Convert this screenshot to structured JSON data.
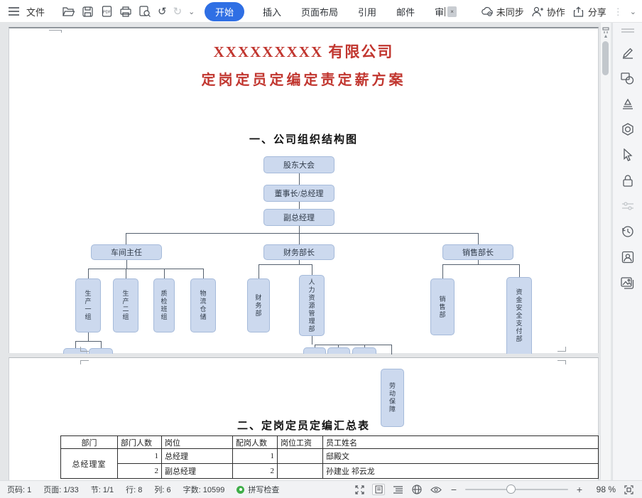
{
  "toolbar": {
    "menu": {
      "file": "文件"
    },
    "tabs": {
      "home": "开始",
      "insert": "插入",
      "layout": "页面布局",
      "references": "引用",
      "mail": "邮件",
      "review_truncated": "审"
    },
    "right": {
      "sync": "未同步",
      "collab": "协作",
      "share": "分享"
    }
  },
  "icons": {
    "undo": "↺",
    "redo": "↻",
    "chevron_down": "⌄",
    "more_vertical": "⋮",
    "collapse_ribbon": "⌄",
    "badge_mark": "×",
    "scroll_up": "▲"
  },
  "page1": {
    "company_title": "XXXXXXXXX 有限公司",
    "doc_title": "定岗定员定编定责定薪方案",
    "section1": "一、公司组织结构图",
    "org": {
      "l1": "股东大会",
      "l2": "董事长/总经理",
      "l3": "副总经理",
      "b1": "车间主任",
      "b2": "财务部长",
      "b3": "销售部长",
      "w1": "生产一组",
      "w2": "生产二组",
      "w3": "质检班组",
      "w4": "物流仓储",
      "f1": "财务部",
      "f2": "人力资源管理部",
      "s1": "销售部",
      "s2": "资金安全支付部"
    }
  },
  "page2": {
    "org_box": "劳动保障",
    "section2": "二、定岗定员定编汇总表",
    "table": {
      "headers": [
        "部门",
        "部门人数",
        "岗位",
        "配岗人数",
        "岗位工资",
        "员工姓名"
      ],
      "dept": "总经理室",
      "rows": [
        {
          "dept_count": "1",
          "position": "总经理",
          "assigned": "1",
          "salary": "",
          "names": "邸殿文"
        },
        {
          "dept_count": "2",
          "position": "副总经理",
          "assigned": "2",
          "salary": "",
          "names": "孙建业 祁云龙"
        }
      ]
    }
  },
  "statusbar": {
    "page_no": "页码: 1",
    "pages": "页面: 1/33",
    "section": "节: 1/1",
    "line": "行: 8",
    "col": "列: 6",
    "words": "字数: 10599",
    "spell": "拼写检查",
    "zoom": "98 %"
  },
  "colors": {
    "accent_blue": "#2f6fe4",
    "title_red": "#c1362f",
    "org_box_fill": "#ccd9ee",
    "org_box_border": "#a5bada",
    "spell_green": "#3fae49"
  }
}
